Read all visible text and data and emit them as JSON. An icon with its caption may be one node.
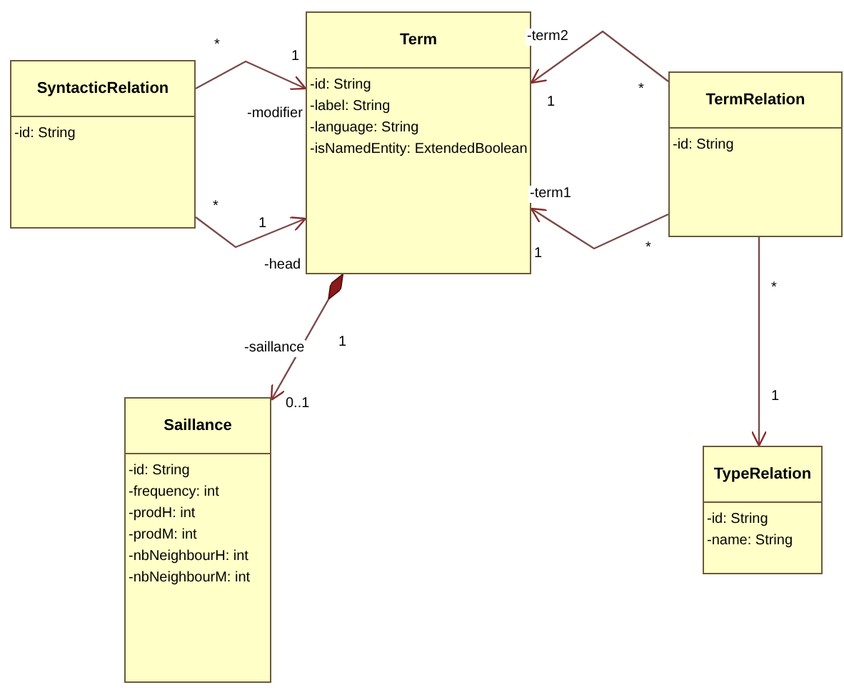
{
  "diagram": {
    "nodes": [
      {
        "text": [
          "SyntacticRelation",
          "-id: String"
        ]
      },
      {
        "text": [
          "Term",
          "-id: String",
          "-label: String",
          "-language: String",
          "-isNamedEntity: ExtendedBoolean"
        ]
      },
      {
        "text": [
          "TermRelation",
          "-id: String"
        ]
      },
      {
        "text": [
          "Saillance",
          "-id: String",
          "-frequency: int",
          "-prodH: int",
          "-prodM: int",
          "-nbNeighbourH: int",
          "-nbNeighbourM: int"
        ]
      },
      {
        "text": [
          "TypeRelation",
          "-id: String",
          "-name: String"
        ]
      }
    ],
    "edges": [
      {
        "from": 0,
        "to": 1,
        "arrow": "to",
        "label": "-modifier"
      },
      {
        "from": 0,
        "to": 1,
        "arrow": "to",
        "label": "-head"
      },
      {
        "from": 2,
        "to": 1,
        "arrow": "to",
        "label": "-term2"
      },
      {
        "from": 2,
        "to": 1,
        "arrow": "to",
        "label": "-term1"
      },
      {
        "from": 1,
        "to": 3,
        "arrow": "to",
        "label": "-saillance"
      },
      {
        "from": 2,
        "to": 4,
        "arrow": "to"
      }
    ],
    "labels": [
      "*",
      "1",
      "1",
      "*",
      "*",
      "1",
      "1",
      "*",
      "1",
      "0..1",
      "*",
      "1"
    ]
  }
}
